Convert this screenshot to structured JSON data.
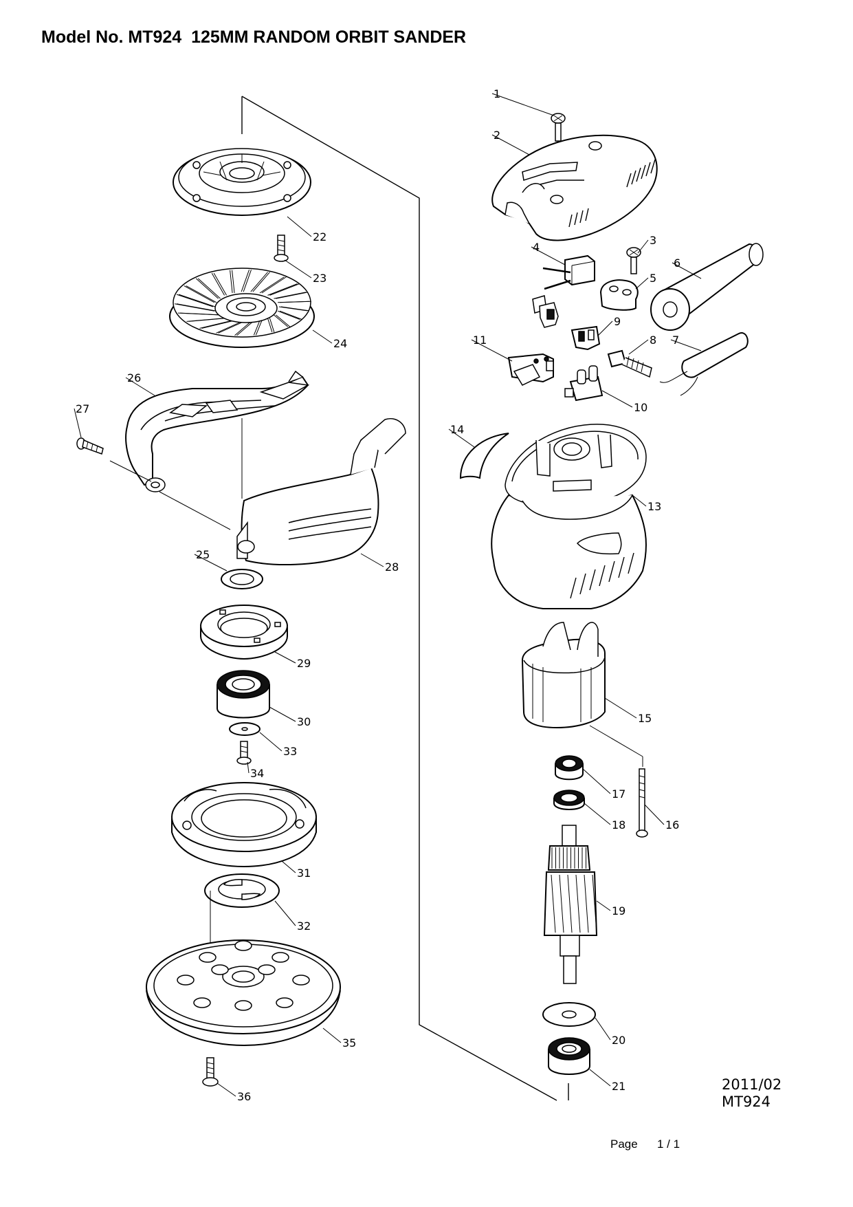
{
  "header": {
    "title": "Model No. MT924  125MM RANDOM ORBIT SANDER"
  },
  "footer": {
    "page_label": "Page",
    "page_number": "1 / 1"
  },
  "stamp": {
    "date": "2011/02",
    "model": "MT924"
  },
  "parts": [
    {
      "no": "1"
    },
    {
      "no": "2"
    },
    {
      "no": "3"
    },
    {
      "no": "4"
    },
    {
      "no": "5"
    },
    {
      "no": "6"
    },
    {
      "no": "7"
    },
    {
      "no": "8"
    },
    {
      "no": "9"
    },
    {
      "no": "10"
    },
    {
      "no": "11"
    },
    {
      "no": "13"
    },
    {
      "no": "14"
    },
    {
      "no": "15"
    },
    {
      "no": "16"
    },
    {
      "no": "17"
    },
    {
      "no": "18"
    },
    {
      "no": "19"
    },
    {
      "no": "20"
    },
    {
      "no": "21"
    },
    {
      "no": "22"
    },
    {
      "no": "23"
    },
    {
      "no": "24"
    },
    {
      "no": "25"
    },
    {
      "no": "26"
    },
    {
      "no": "27"
    },
    {
      "no": "28"
    },
    {
      "no": "29"
    },
    {
      "no": "30"
    },
    {
      "no": "31"
    },
    {
      "no": "32"
    },
    {
      "no": "33"
    },
    {
      "no": "34"
    },
    {
      "no": "35"
    },
    {
      "no": "36"
    }
  ]
}
